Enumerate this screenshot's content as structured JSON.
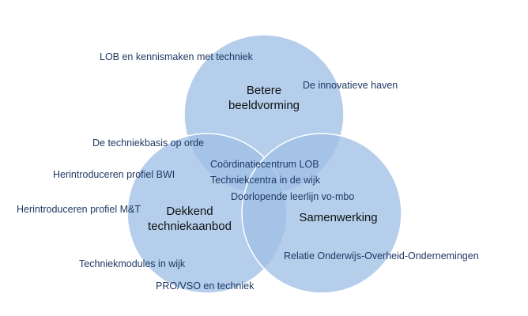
{
  "diagram": {
    "type": "venn",
    "colors": {
      "circle_fill": "#9fc0e6",
      "circle_stroke": "#ffffff",
      "title_text": "#111111",
      "item_text": "#1f3864"
    },
    "circles": [
      {
        "title_lines": [
          "Betere",
          "beeldvorming"
        ]
      },
      {
        "title_lines": [
          "Dekkend",
          "techniekaanbod"
        ]
      },
      {
        "title_lines": [
          "Samenwerking"
        ]
      }
    ],
    "items": [
      "LOB en kennismaken met techniek",
      "De innovatieve haven",
      "De techniekbasis op orde",
      "Herintroduceren profiel BWI",
      "Coördinatiecentrum LOB",
      "Techniekcentra in de wijk",
      "Herintroduceren profiel M&T",
      "Doorlopende leerlijn vo-mbo",
      "Techniekmodules in wijk",
      "Relatie Onderwijs-Overheid-Ondernemingen",
      "PRO/VSO en techniek"
    ]
  }
}
